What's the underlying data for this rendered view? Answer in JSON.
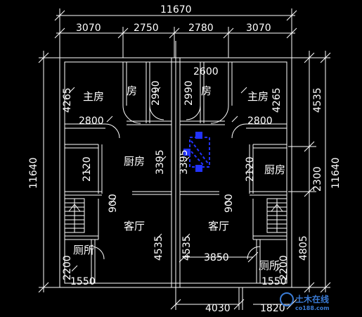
{
  "colors": {
    "background": "#000000",
    "lines": "#ffffff",
    "selection": "#2233ff",
    "watermark": "#3a7bd5"
  },
  "dimensions": {
    "overall_top": "11670",
    "top_segments": [
      "3070",
      "2750",
      "2780",
      "3070"
    ],
    "left_overall": "11640",
    "right_overall": "11640",
    "right_upper": "4535",
    "right_middle": "2300",
    "right_lower": "4805",
    "left_room_h": "4265",
    "left_room_w": "2800",
    "left_small_room_h": "2990",
    "right_small_room_h": "2990",
    "right_room_h": "4265",
    "right_room_w": "2800",
    "right_small_room_w": "2600",
    "left_kitchen_h": "3395",
    "center_kitchen_h": "3395",
    "left_kitchen_w": "2120",
    "right_kitchen_w": "2120",
    "left_hall_door": "900",
    "right_hall_door": "900",
    "left_hall_h": "4535",
    "center_hall_h": "4535",
    "hall_width": "3850",
    "left_wc_h": "2200",
    "left_wc_w": "1550",
    "right_wc_h": "2200",
    "right_wc_w": "1550",
    "bottom_left": "4030",
    "bottom_right": "1820"
  },
  "rooms": {
    "master_left": "主房",
    "room_left": "房",
    "room_right": "房",
    "master_right": "主房",
    "kitchen_left": "厨房",
    "kitchen_right": "厨房",
    "hall_left": "客厅",
    "hall_right": "客厅",
    "wc_left": "厕所",
    "wc_right": "厕所"
  },
  "watermark": {
    "text": "土木在线",
    "sub": "co188.com"
  }
}
